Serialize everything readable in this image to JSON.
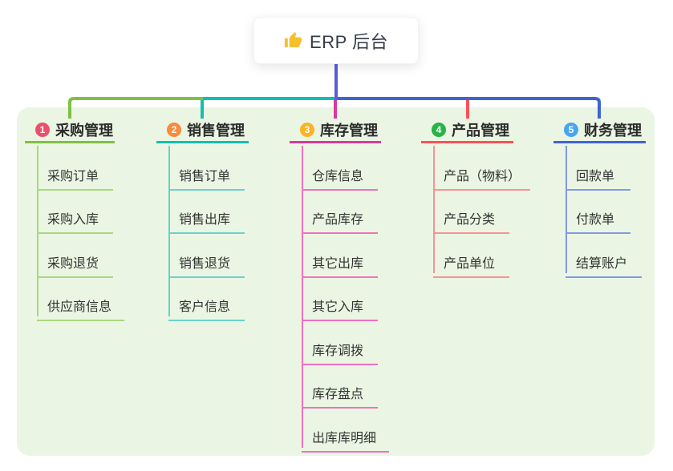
{
  "root": {
    "icon": "thumbs-up",
    "label": "ERP 后台",
    "icon_color": "#f6c02d"
  },
  "colors": {
    "background": "#ffffff",
    "panel": "#eaf6e3",
    "root_line": "#5a5ed8",
    "root_text": "#343b46"
  },
  "branches": [
    {
      "index": "1",
      "label": "采购管理",
      "color": "#7fc142",
      "light": "#abd77f",
      "badge": "#ec4f6c",
      "children": [
        "采购订单",
        "采购入库",
        "采购退货",
        "供应商信息"
      ]
    },
    {
      "index": "2",
      "label": "销售管理",
      "color": "#10bfb2",
      "light": "#6ad2c8",
      "badge": "#f98b3c",
      "children": [
        "销售订单",
        "销售出库",
        "销售退货",
        "客户信息"
      ]
    },
    {
      "index": "3",
      "label": "库存管理",
      "color": "#d63a9d",
      "light": "#f170bd",
      "badge": "#fbb324",
      "children": [
        "仓库信息",
        "产品库存",
        "其它出库",
        "其它入库",
        "库存调拨",
        "库存盘点",
        "出库库明细"
      ]
    },
    {
      "index": "4",
      "label": "产品管理",
      "color": "#fa5156",
      "light": "#fb9094",
      "badge": "#27b348",
      "children": [
        "产品（物料）",
        "产品分类",
        "产品单位"
      ]
    },
    {
      "index": "5",
      "label": "财务管理",
      "color": "#3f63d6",
      "light": "#8299e5",
      "badge": "#46a6ef",
      "children": [
        "回款单",
        "付款单",
        "结算账户"
      ]
    }
  ]
}
